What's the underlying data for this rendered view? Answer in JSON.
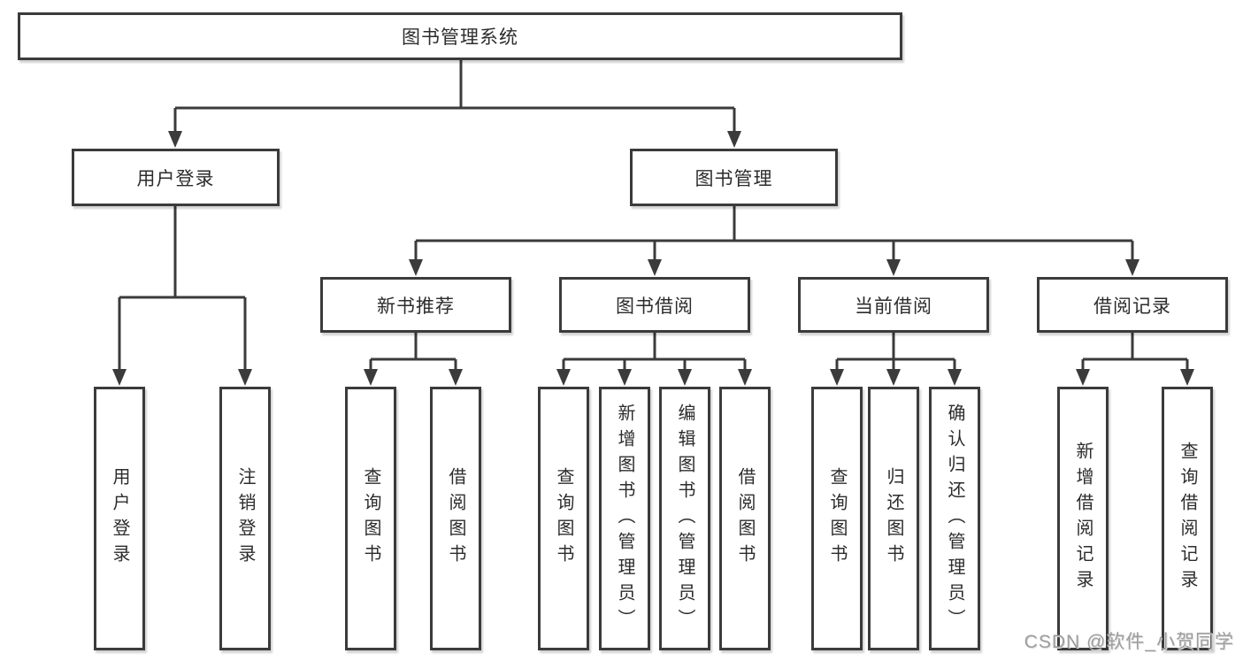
{
  "diagram": {
    "type": "tree-diagram",
    "orientation": "top-down"
  },
  "colors": {
    "background": "#ffffff",
    "line": "#3b3b3b",
    "box_border": "#3b3b3b",
    "text": "#2c2c2c",
    "watermark": "#9e9e9e"
  },
  "tree": {
    "label": "图书管理系统",
    "children": [
      {
        "label": "用户登录",
        "children": [
          {
            "label": "用户登录"
          },
          {
            "label": "注销登录"
          }
        ]
      },
      {
        "label": "图书管理",
        "children": [
          {
            "label": "新书推荐",
            "children": [
              {
                "label": "查询图书"
              },
              {
                "label": "借阅图书"
              }
            ]
          },
          {
            "label": "图书借阅",
            "children": [
              {
                "label": "查询图书"
              },
              {
                "label": "新增图书（管理员）"
              },
              {
                "label": "编辑图书（管理员）"
              },
              {
                "label": "借阅图书"
              }
            ]
          },
          {
            "label": "当前借阅",
            "children": [
              {
                "label": "查询图书"
              },
              {
                "label": "归还图书"
              },
              {
                "label": "确认归还（管理员）"
              }
            ]
          },
          {
            "label": "借阅记录",
            "children": [
              {
                "label": "新增借阅记录"
              },
              {
                "label": "查询借阅记录"
              }
            ]
          }
        ]
      }
    ]
  },
  "watermark": {
    "text": "CSDN @软件_小贺同学"
  }
}
